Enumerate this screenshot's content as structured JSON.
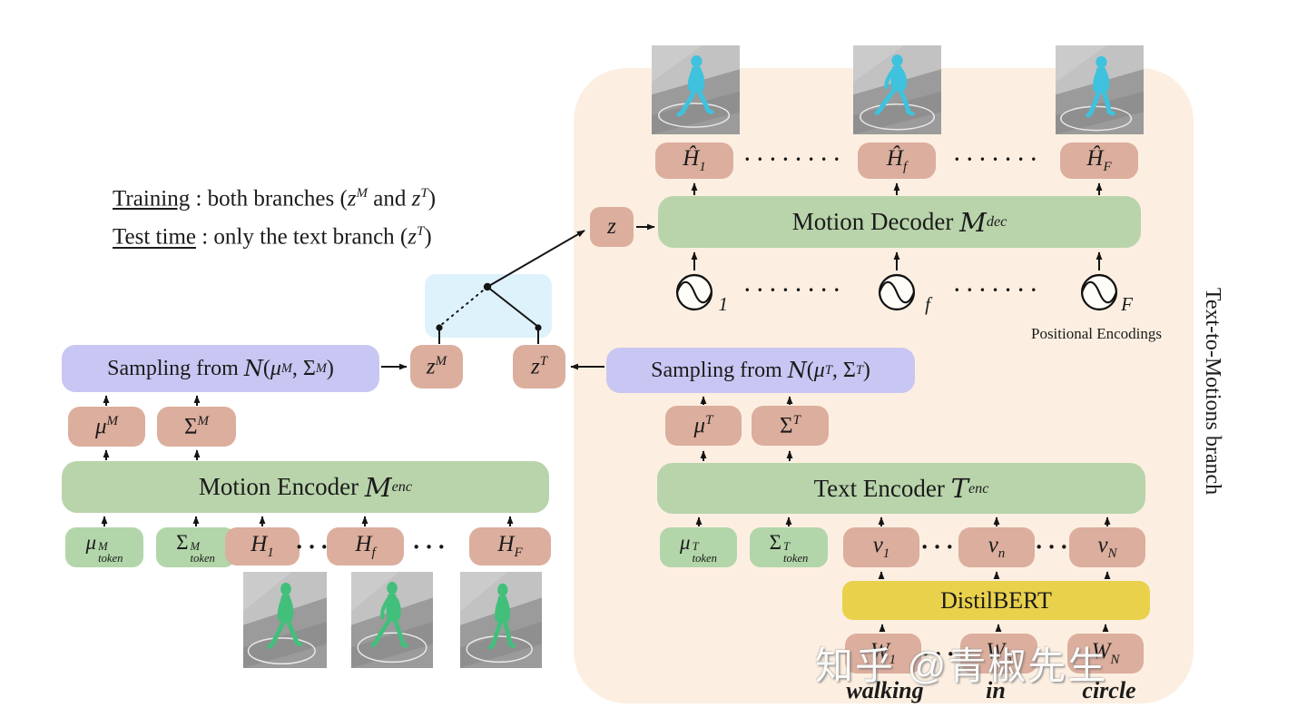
{
  "legend": {
    "line1": {
      "term": "Training",
      "pre": " : both branches (",
      "z1": "z",
      "sup1": "M",
      "mid": " and ",
      "z2": "z",
      "sup2": "T",
      "close": ")"
    },
    "line2": {
      "term": "Test time",
      "pre": " : only the text branch (",
      "z": "z",
      "sup": "T",
      "close": ")"
    }
  },
  "branch_label": "Text-to-Motions branch",
  "watermark": "知乎 @青椒先生",
  "boxes": {
    "decoder": {
      "title": "Motion Decoder ",
      "sym": "M",
      "sub": "dec"
    },
    "motion_encoder": {
      "title": "Motion Encoder ",
      "sym": "M",
      "sub": "enc"
    },
    "text_encoder": {
      "title": "Text Encoder ",
      "sym": "T",
      "sub": "enc"
    },
    "distilbert": "DistilBERT",
    "sampling_m": {
      "pre": "Sampling from ",
      "n": "N",
      "open": "(",
      "mu": "μ",
      "musup": "M",
      "comma": ", ",
      "sigma": "Σ",
      "sigmasup": "M",
      "close": ")"
    },
    "sampling_t": {
      "pre": "Sampling from ",
      "n": "N",
      "open": "(",
      "mu": "μ",
      "musup": "T",
      "comma": ", ",
      "sigma": "Σ",
      "sigmasup": "T",
      "close": ")"
    }
  },
  "pe": {
    "label": "Positional Encodings",
    "sub1": "1",
    "sub2": "f",
    "sub3": "F"
  },
  "nodes": {
    "z": "z",
    "zm": {
      "b": "z",
      "sup": "M"
    },
    "zt": {
      "b": "z",
      "sup": "T"
    },
    "mum": {
      "b": "μ",
      "sup": "M"
    },
    "sigmam": {
      "b": "Σ",
      "sup": "M"
    },
    "mut": {
      "b": "μ",
      "sup": "T"
    },
    "sigmat": {
      "b": "Σ",
      "sup": "T"
    },
    "mutokm": {
      "b": "μ",
      "sup": "M",
      "sub": "token"
    },
    "sigmatokm": {
      "b": "Σ",
      "sup": "M",
      "sub": "token"
    },
    "mutokt": {
      "b": "μ",
      "sup": "T",
      "sub": "token"
    },
    "sigmatokt": {
      "b": "Σ",
      "sup": "T",
      "sub": "token"
    },
    "h1": {
      "b": "H",
      "sub": "1"
    },
    "hf": {
      "b": "H",
      "sub": "f"
    },
    "hF": {
      "b": "H",
      "sub": "F"
    },
    "hhat1": {
      "b": "Ĥ",
      "sub": "1"
    },
    "hhatf": {
      "b": "Ĥ",
      "sub": "f"
    },
    "hhatF": {
      "b": "Ĥ",
      "sub": "F"
    },
    "v1": {
      "b": "v",
      "sub": "1"
    },
    "vn": {
      "b": "v",
      "sub": "n"
    },
    "vN": {
      "b": "v",
      "sub": "N"
    },
    "w1": {
      "b": "W",
      "sub": "1"
    },
    "wn": {
      "b": "W",
      "sub": "n"
    },
    "wN": {
      "b": "W",
      "sub": "N"
    }
  },
  "words": {
    "w1": "walking",
    "w2": "in",
    "w3": "circle"
  },
  "dots": {
    "row8": "••••••••",
    "row7": "•••••••",
    "row3": "•••"
  },
  "colors": {
    "panel": "#fcefe1",
    "pink": "#dcae9d",
    "green": "#b9d4ab",
    "green_token": "#b2d6a9",
    "lavender": "#c8c6f2",
    "yellow": "#e9d14c",
    "switch_bg": "#def2fb",
    "figure_green": "#43bf7c",
    "figure_blue": "#3fc2de"
  }
}
